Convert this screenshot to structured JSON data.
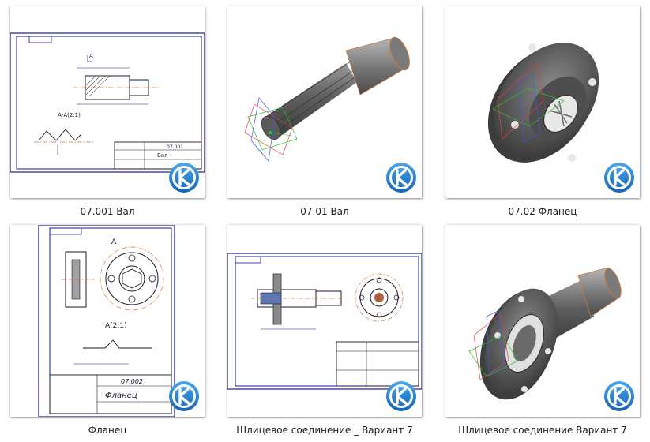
{
  "items": [
    {
      "caption": "07.001 Вал",
      "kind": "drawing",
      "icon": "kompas-logo-icon",
      "stamp": "07.001",
      "title": "Вал",
      "section": "А-А(2:1)"
    },
    {
      "caption": "07.01 Вал",
      "kind": "3d-model",
      "icon": "kompas-logo-icon"
    },
    {
      "caption": "07.02 Фланец",
      "kind": "3d-model",
      "icon": "kompas-logo-icon"
    },
    {
      "caption": "Фланец",
      "kind": "drawing",
      "icon": "kompas-logo-icon",
      "stamp": "07.002",
      "title": "Фланец",
      "section": "А(2:1)",
      "view_label": "А"
    },
    {
      "caption": "Шлицевое соединение _ Вариант 7",
      "kind": "drawing",
      "icon": "kompas-logo-icon"
    },
    {
      "caption": "Шлицевое соединение Вариант 7",
      "kind": "3d-model",
      "icon": "kompas-logo-icon"
    }
  ],
  "colors": {
    "logo_blue": "#1e78c8",
    "drawing_frame": "#1a1a8c",
    "shaft_orange": "#c87a3c",
    "model_gray": "#6a6a6a"
  }
}
